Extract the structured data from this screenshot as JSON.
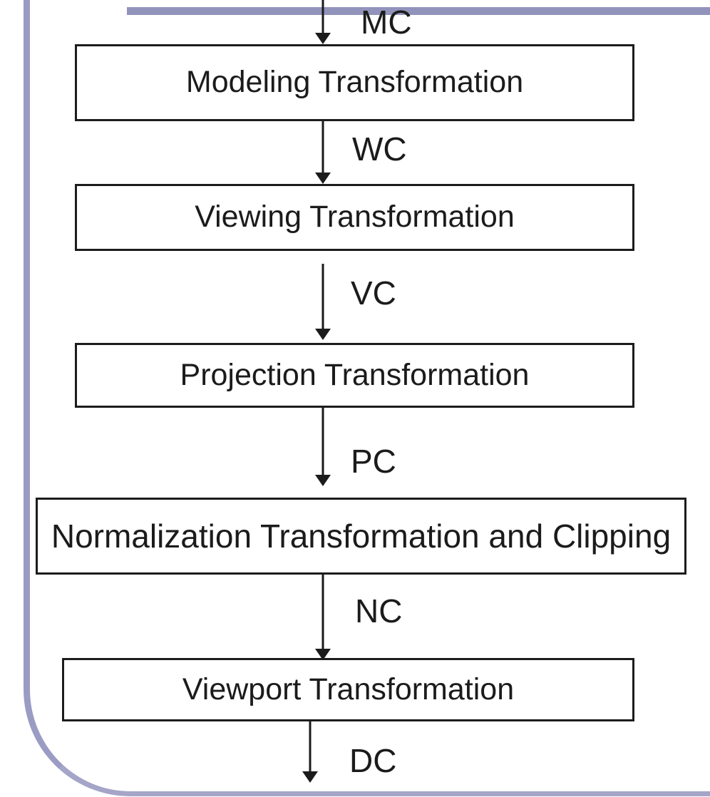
{
  "slide": {
    "background": "#ffffff",
    "accent_colors": {
      "top_bar": "#9193bb",
      "side_border": "#9b9cc3",
      "bottom_border": "#a4a5c8"
    }
  },
  "flowchart": {
    "ink_color": "#1b1b1b",
    "boxes": [
      {
        "label": "Modeling Transformation"
      },
      {
        "label": "Viewing Transformation"
      },
      {
        "label": "Projection Transformation"
      },
      {
        "label": "Normalization Transformation and Clipping"
      },
      {
        "label": "Viewport Transformation"
      }
    ],
    "arrows": [
      {
        "label": "MC"
      },
      {
        "label": "WC"
      },
      {
        "label": "VC"
      },
      {
        "label": "PC"
      },
      {
        "label": "NC"
      },
      {
        "label": "DC"
      }
    ]
  }
}
